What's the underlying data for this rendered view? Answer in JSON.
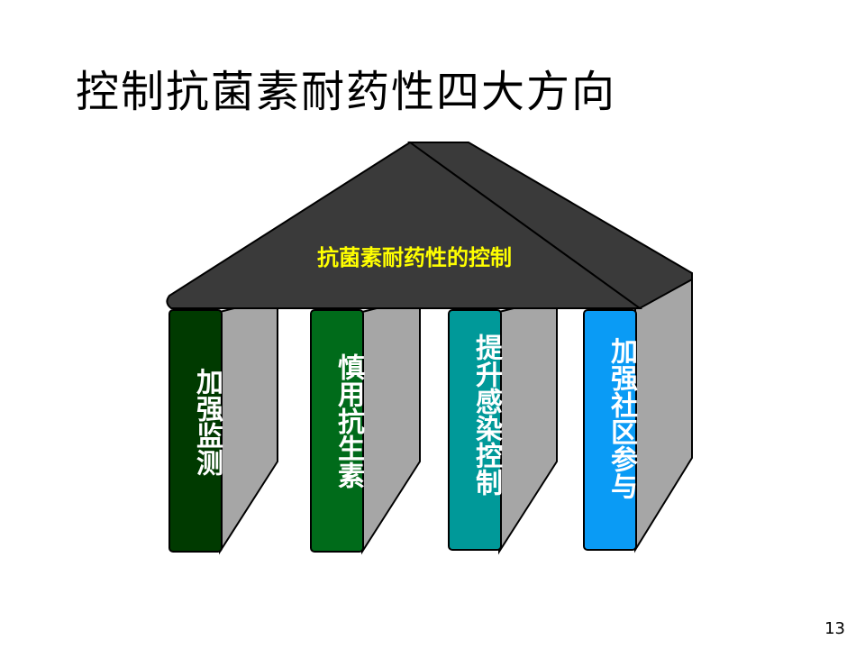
{
  "slide": {
    "title": "控制抗菌素耐药性四大方向",
    "page_number": "13"
  },
  "temple": {
    "roof_label": "抗菌素耐药性的控制",
    "pillars": [
      {
        "label": "加强监测",
        "color": "#003a00"
      },
      {
        "label": "慎用抗生素",
        "color": "#006b1a"
      },
      {
        "label": "提升感染控制",
        "color": "#009999"
      },
      {
        "label": "加强社区参与",
        "color": "#0a9bf5"
      }
    ],
    "roof_color": "#3a3a3a",
    "side_color": "#a6a6a6"
  }
}
